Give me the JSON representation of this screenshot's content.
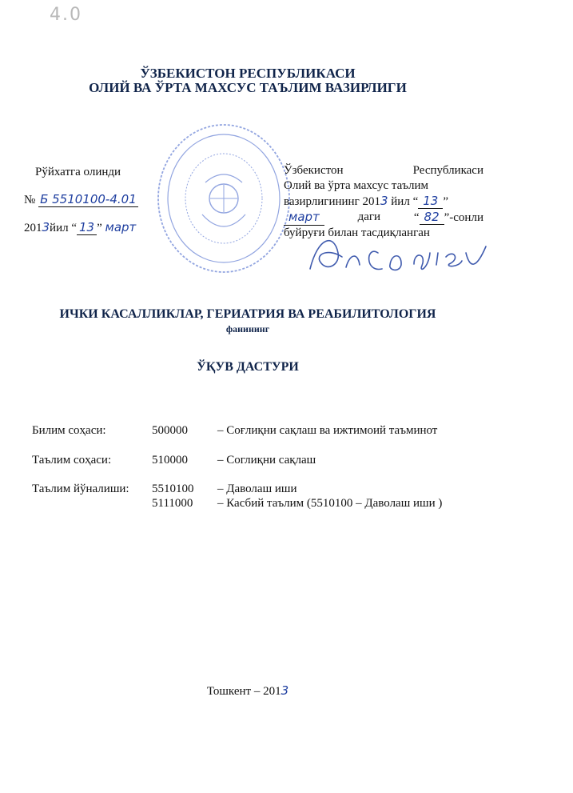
{
  "margin_note": "4.0",
  "header": {
    "line1": "ЎЗБЕКИСТОН РЕСПУБЛИКАСИ",
    "line2": "ОЛИЙ ВА ЎРТА МАХСУС ТАЪЛИМ ВАЗИРЛИГИ"
  },
  "registration": {
    "label": "Рўйхатга олинди",
    "number_prefix": "№",
    "number_handwritten": "Б 5510100-4.01",
    "date_prefix": "201",
    "date_year_digit": "3",
    "date_mid": "йил “",
    "date_day": "13",
    "date_close": "”",
    "date_month_handwritten": "март"
  },
  "approval": {
    "line1_left": "Ўзбекистон",
    "line1_right": "Республикаси",
    "line2": "Олий ва ўрта махсус таълим",
    "line3_prefix": "вазирлигининг 201",
    "line3_year_digit": "3",
    "line3_mid": " йил “",
    "line3_day": "13",
    "line3_close": "”",
    "line4_month": "март",
    "line4_mid": "даги",
    "line4_open": "“",
    "line4_number": "82",
    "line4_suffix": "”-сонли",
    "line5": "буйруғи билан тасдиқланган"
  },
  "signature_text": "Я. Содиев",
  "subject": {
    "title": "ИЧКИ КАСАЛЛИКЛАР, ГЕРИАТРИЯ ВА РЕАБИЛИТОЛОГИЯ",
    "subtitle": "фанининг"
  },
  "document_title": "ЎҚУВ ДАСТУРИ",
  "info": [
    {
      "label": "Билим соҳаси:",
      "code": "500000",
      "value": "– Соғлиқни сақлаш ва ижтимоий таъминот"
    },
    {
      "label": "Таълим соҳаси:",
      "code": "510000",
      "value": "– Соглиқни сақлаш"
    },
    {
      "label": "Таълим йўналиши:",
      "code": "5510100",
      "value": "– Даволаш иши"
    },
    {
      "label": "",
      "code": "5111000",
      "value": "– Касбий таълим (5510100 – Даволаш иши )"
    }
  ],
  "footer": {
    "city_year": "Тошкент – 201",
    "year_digit": "3"
  },
  "colors": {
    "ink_blue": "#1f3fa0",
    "stamp_blue": "#3a5cc8",
    "heading": "#10244a"
  }
}
